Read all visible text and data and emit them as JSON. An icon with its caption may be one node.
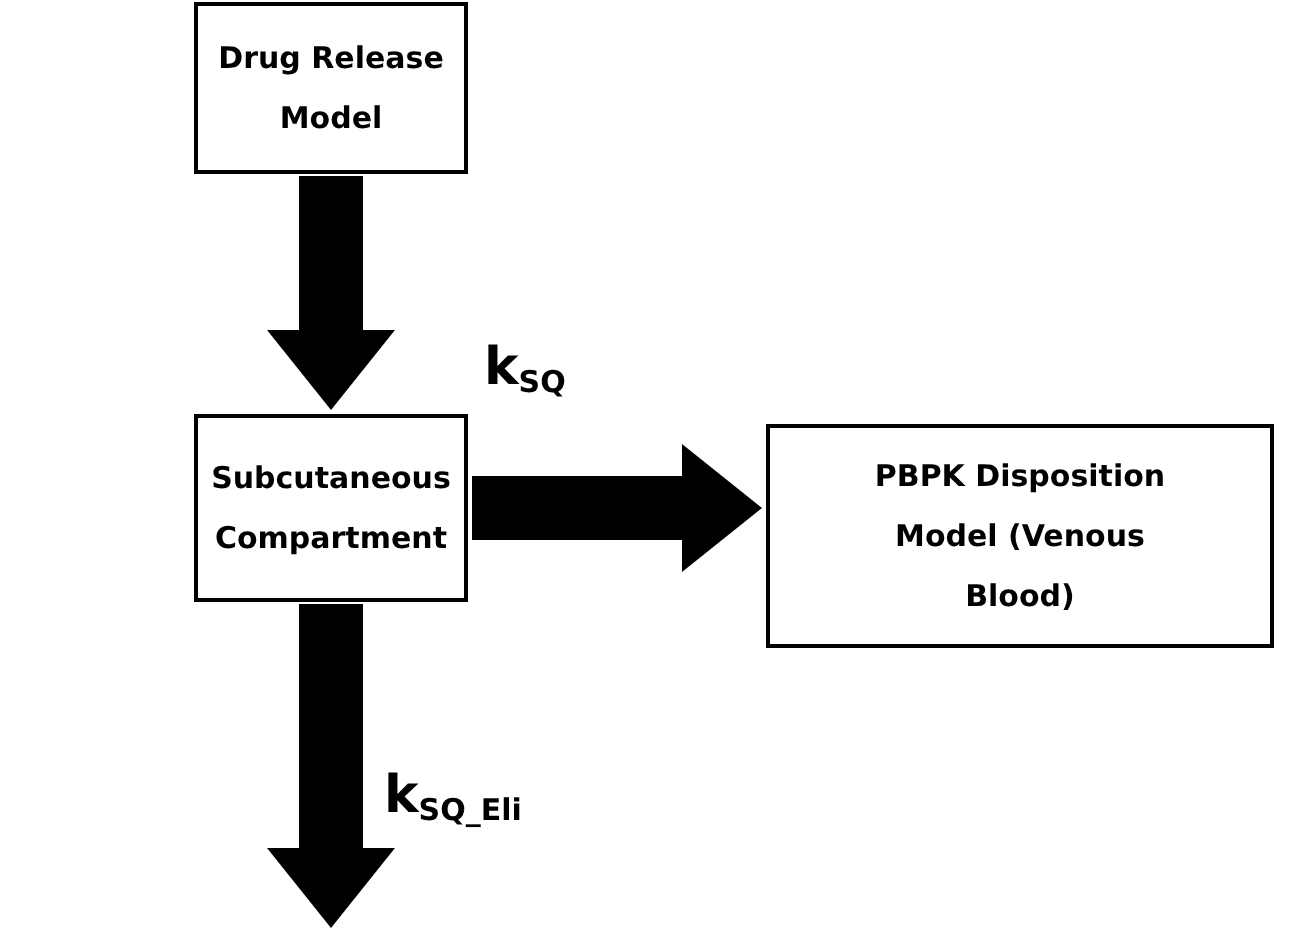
{
  "diagram": {
    "nodes": [
      {
        "text": [
          "Drug Release Model"
        ]
      },
      {
        "text": [
          "Subcutaneous Compartment"
        ]
      },
      {
        "text": [
          "PBPK Disposition Model (Venous Blood)"
        ]
      }
    ],
    "edges": [
      {
        "from": 0,
        "to": 1,
        "arrow": "to"
      },
      {
        "from": 1,
        "to": 2,
        "arrow": "to",
        "label": "k$_{SQ}$"
      },
      {
        "from": 1,
        "to": null,
        "arrow": "to",
        "label": "k$_{SQ_Eli}$"
      }
    ]
  }
}
